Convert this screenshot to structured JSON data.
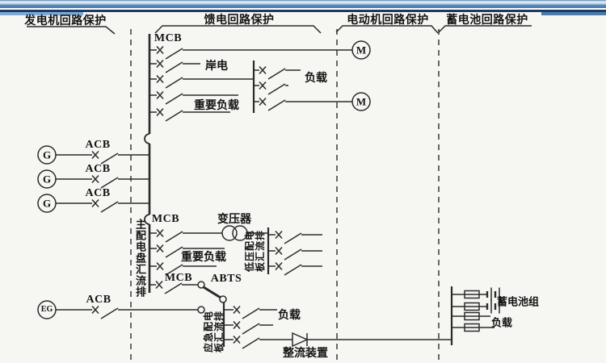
{
  "colors": {
    "band_blue": "#4b7dae",
    "band_navy": "#1c3a66",
    "line": "#2b2b2b",
    "background": "#f6f6f3"
  },
  "sections": {
    "generator": "发电机回路保护",
    "feeder": "馈电回路保护",
    "motor": "电动机回路保护",
    "battery": "蓄电池回路保护"
  },
  "breakers": {
    "mcb_feeder": "MCB",
    "mcb_lv": "MCB",
    "mcb_emergency": "MCB",
    "abts": "ABTS",
    "acb_g1": "ACB",
    "acb_g2": "ACB",
    "acb_g3": "ACB",
    "acb_eg": "ACB"
  },
  "devices": {
    "g1": "G",
    "g2": "G",
    "g3": "G",
    "eg": "EG",
    "m1": "M",
    "m2": "M",
    "transformer": "变压器",
    "rectifier": "整流装置",
    "battery_group": "蓄电池组"
  },
  "busbars": {
    "main": "主配电盘汇流排",
    "lv_col1": "低压配电",
    "lv_col2": "板汇流排",
    "em_col1": "应急配电",
    "em_col2": "板汇流排"
  },
  "loads": {
    "shore_power": "岸电",
    "important_load_feeder": "重要负载",
    "load_feeder_sub": "负载",
    "important_load_lv": "重要负载",
    "load_emergency": "负载",
    "load_battery": "负载"
  }
}
